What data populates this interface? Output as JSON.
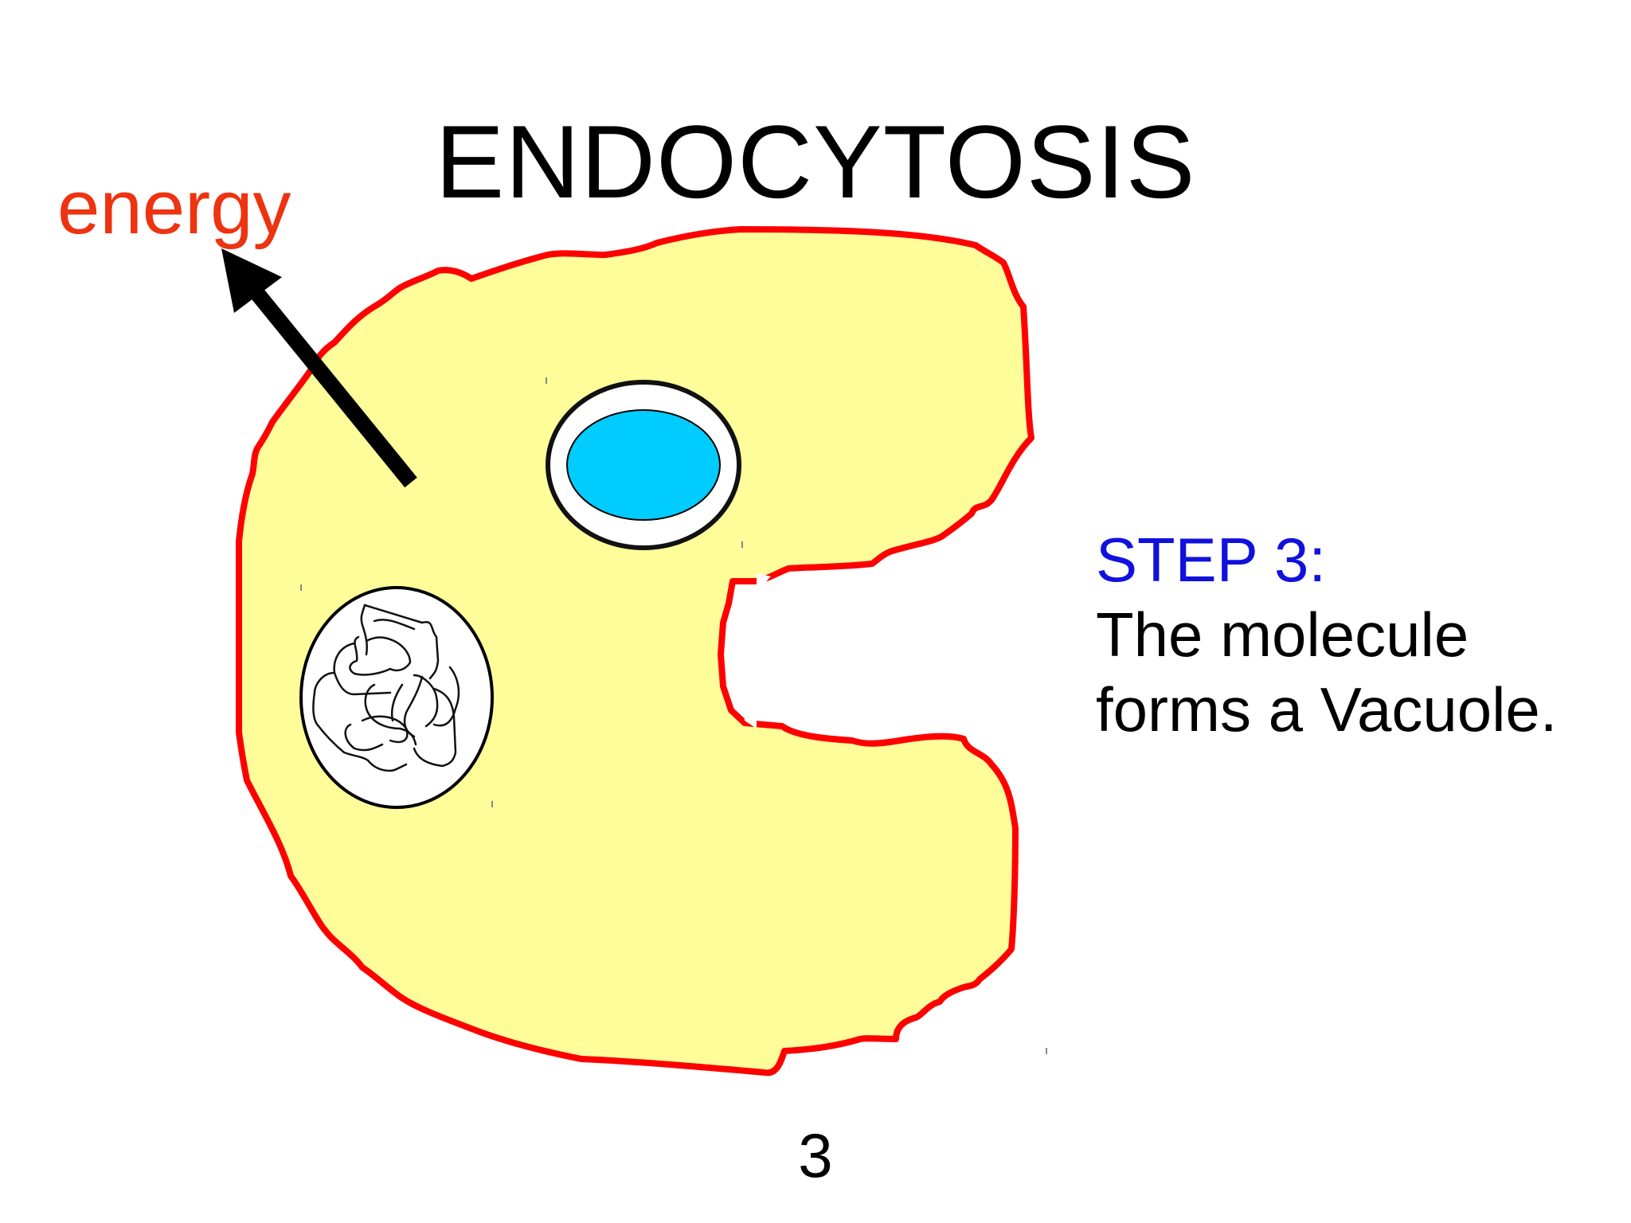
{
  "slide": {
    "title": "ENDOCYTOSIS",
    "arrow_label": "energy",
    "step": {
      "heading": "STEP 3:",
      "description_line1": "The molecule",
      "description_line2": "forms a Vacuole."
    },
    "page_number": "3"
  },
  "colors": {
    "cytoplasm_fill": "#fefd9a",
    "membrane_stroke": "#ff0000",
    "vacuole_fill": "#00ccff",
    "energy_text": "#ee3311",
    "step_heading": "#1111dd",
    "text": "#000000"
  },
  "icons": {
    "energy_arrow": "arrow-up-left-icon"
  }
}
